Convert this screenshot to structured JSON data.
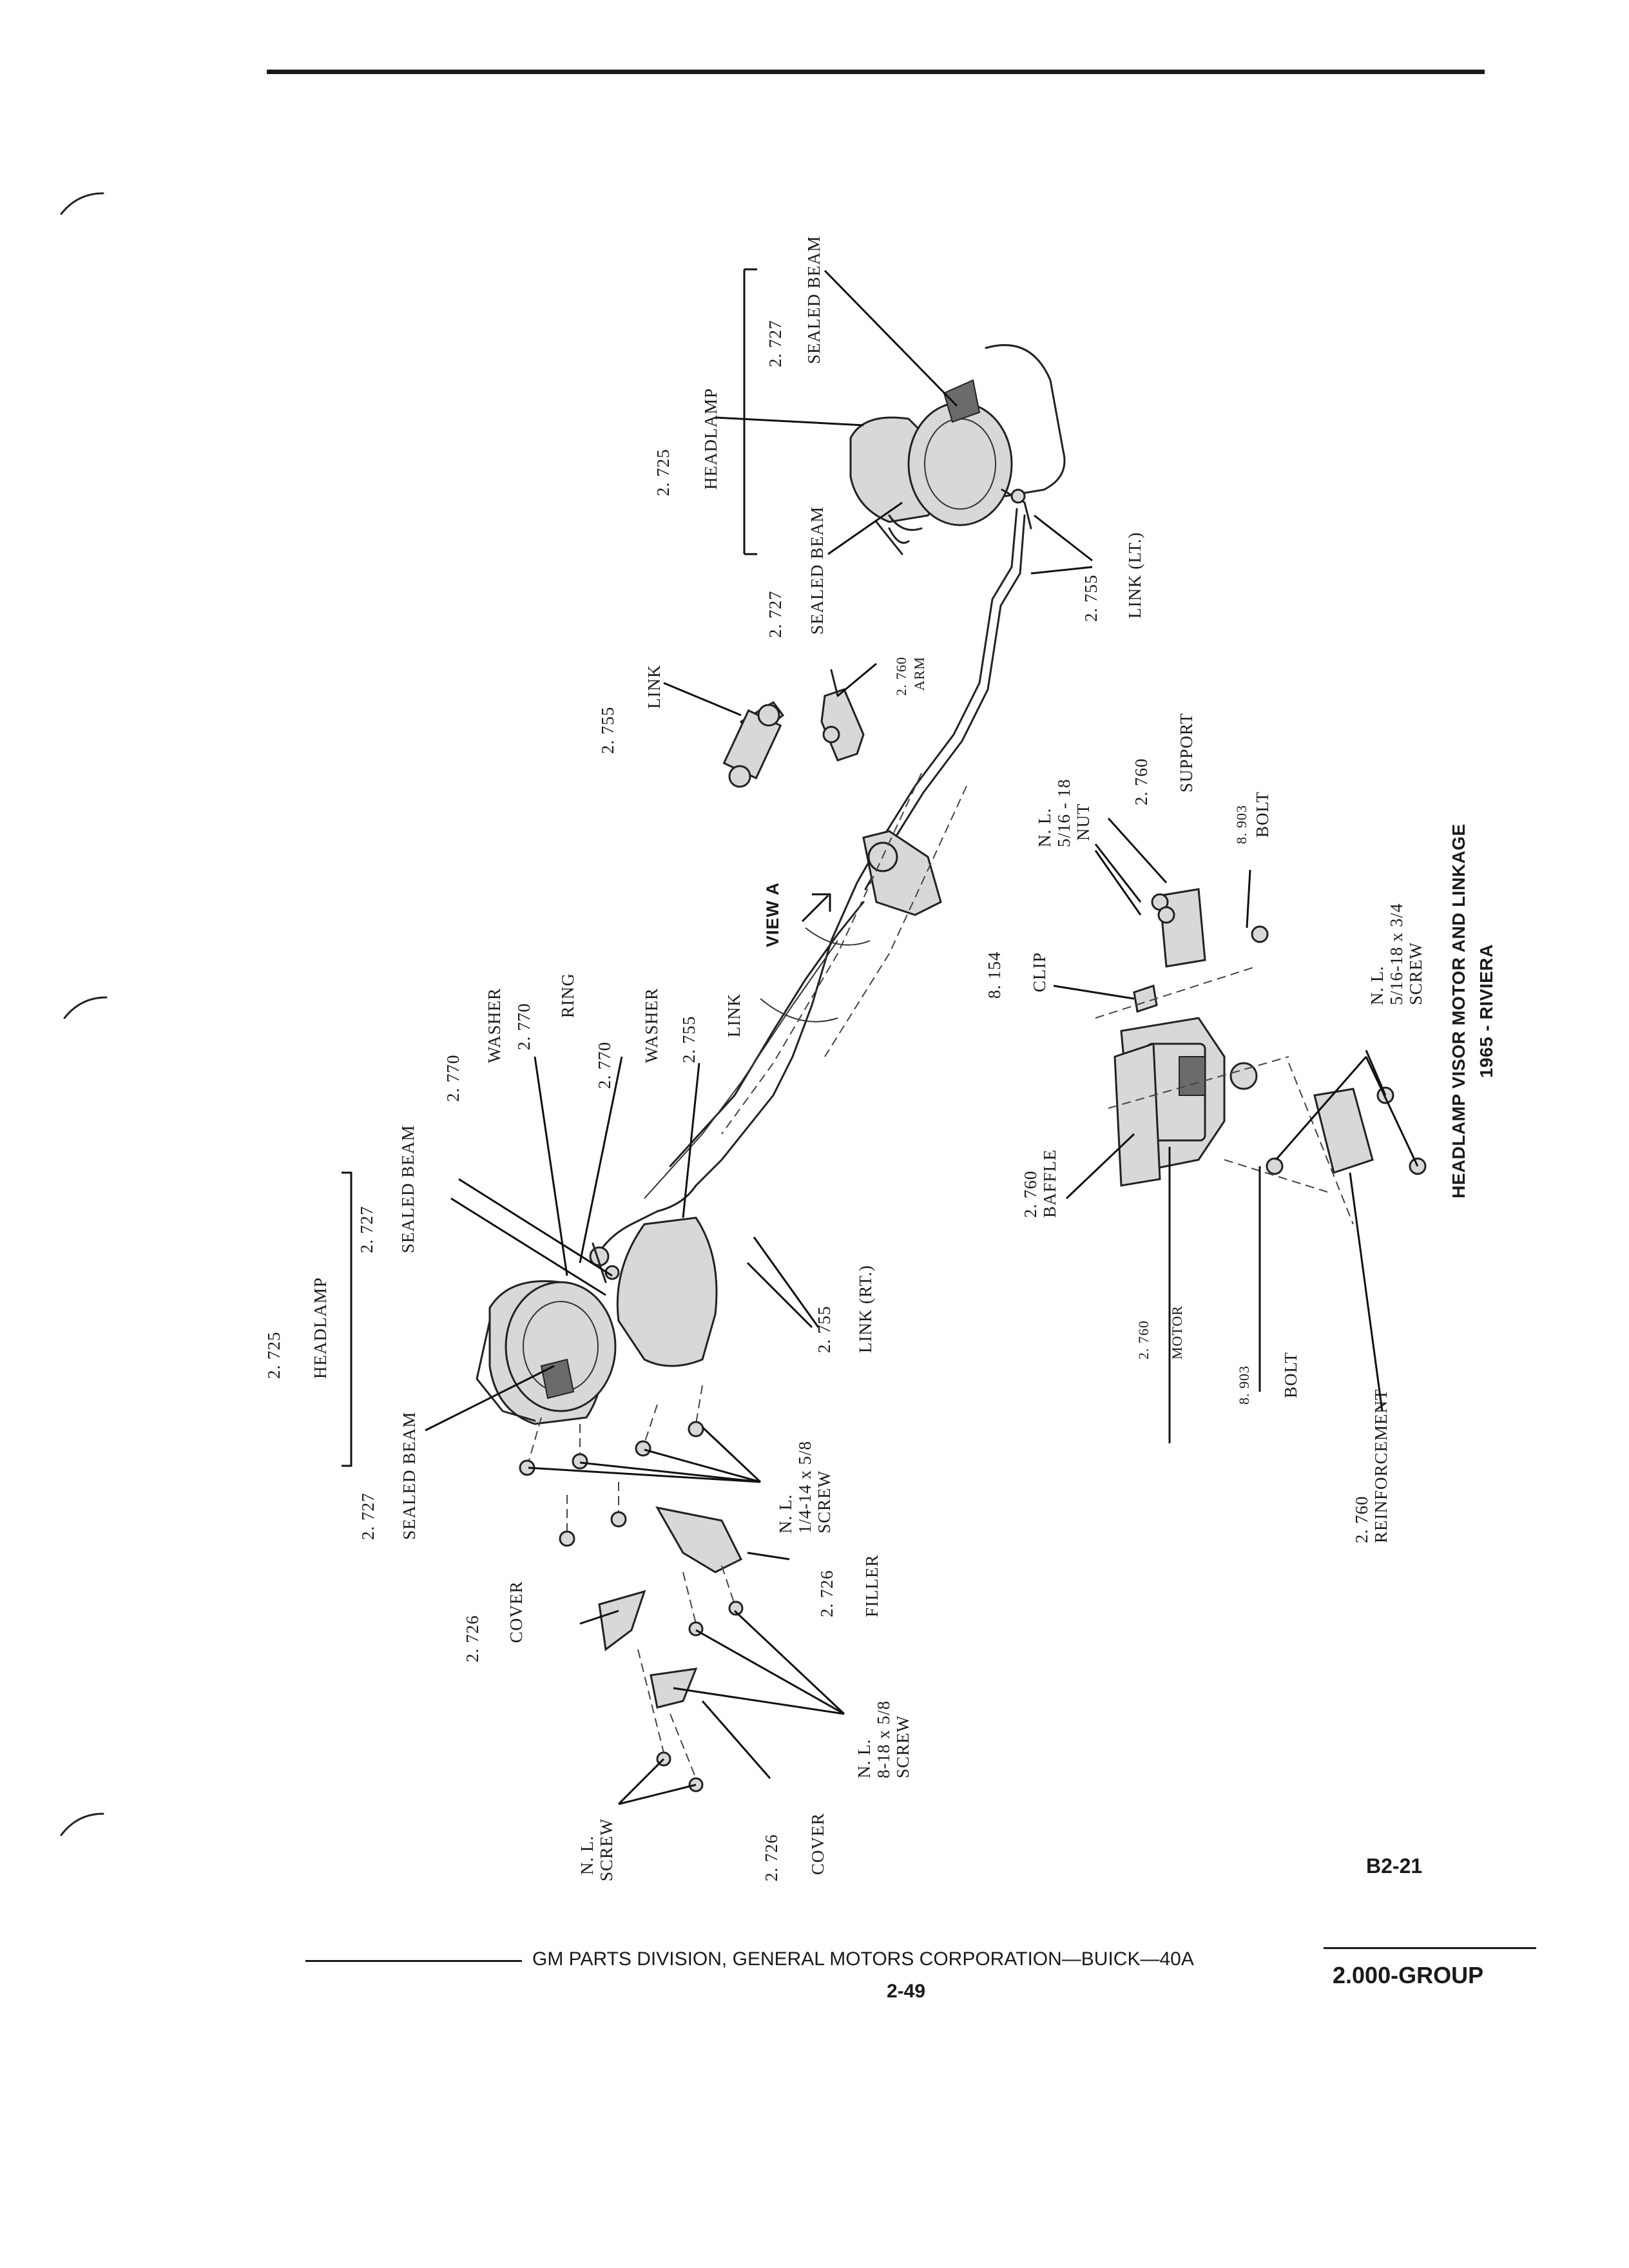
{
  "document": {
    "title_line1": "HEADLAMP VISOR MOTOR AND LINKAGE",
    "title_line2": "1965 - RIVIERA",
    "figure_id": "B2-21",
    "footer_text": "GM PARTS DIVISION, GENERAL MOTORS CORPORATION—BUICK—40A",
    "page_number": "2-49",
    "group_label": "2.000-GROUP"
  },
  "callouts": {
    "lt_2725": "2. 725",
    "lt_headlamp": "HEADLAMP",
    "lt_2727_top": "2. 727",
    "lt_sealed_beam_top": "SEALED BEAM",
    "lt_2727_bot": "2. 727",
    "lt_sealed_beam_bot": "SEALED BEAM",
    "link_lt_num": "2. 755",
    "link_lt": "LINK (LT.)",
    "link_view_num": "2. 755",
    "link_view": "LINK",
    "arm_num": "2. 760",
    "arm": "ARM",
    "view_a": "VIEW A",
    "rt_2725": "2. 725",
    "rt_headlamp": "HEADLAMP",
    "rt_2727_top": "2. 727",
    "rt_sealed_beam_top": "SEALED BEAM",
    "rt_2727_bot": "2. 727",
    "rt_sealed_beam_bot": "SEALED BEAM",
    "washer1_num": "2. 770",
    "washer1": "WASHER",
    "ring_num": "2. 770",
    "ring": "RING",
    "washer2_num": "2. 770",
    "washer2": "WASHER",
    "link_mid_num": "2. 755",
    "link_mid": "LINK",
    "link_rt_num": "2. 755",
    "link_rt": "LINK (RT.)",
    "screw14_nl": "N. L.",
    "screw14_size": "1/4-14 x 5/8",
    "screw14": "SCREW",
    "filler_num": "2. 726",
    "filler": "FILLER",
    "cover1_num": "2. 726",
    "cover1": "COVER",
    "cover2_num": "2. 726",
    "cover2": "COVER",
    "screw818_nl": "N. L.",
    "screw818_size": "8-18 x 5/8",
    "screw818": "SCREW",
    "screw_nl": "N. L.",
    "screw": "SCREW",
    "support_num": "2. 760",
    "support": "SUPPORT",
    "nut_nl": "N. L.",
    "nut_size": "5/16 - 18",
    "nut": "NUT",
    "bolt_top_num": "8. 903",
    "bolt_top": "BOLT",
    "clip_num": "8. 154",
    "clip": "CLIP",
    "screw516_nl": "N. L.",
    "screw516_size": "5/16-18 x 3/4",
    "screw516": "SCREW",
    "baffle_num": "2. 760",
    "baffle": "BAFFLE",
    "motor_num": "2. 760",
    "motor": "MOTOR",
    "bolt_bot_num": "8. 903",
    "bolt_bot": "BOLT",
    "reinf_num": "2. 760",
    "reinf": "REINFORCEMENT"
  }
}
